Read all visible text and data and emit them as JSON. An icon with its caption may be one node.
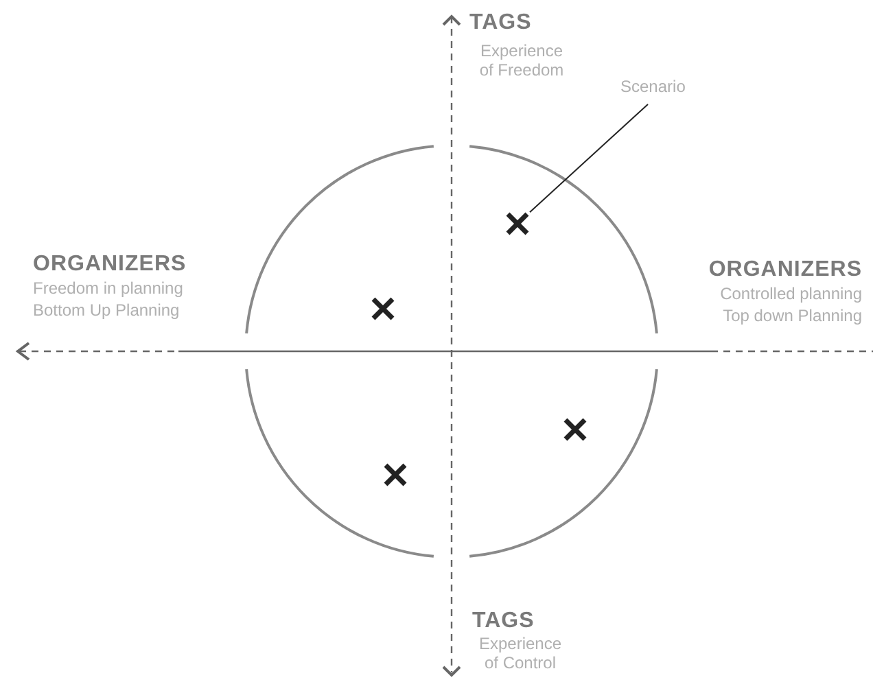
{
  "diagram": {
    "nodes": [
      {
        "text": [
          "Scenario"
        ]
      },
      {
        "text": [],
        "shape": "cross"
      },
      {
        "text": [],
        "shape": "cross"
      },
      {
        "text": [],
        "shape": "cross"
      },
      {
        "text": [],
        "shape": "cross"
      }
    ],
    "edges": [
      {
        "from": 0,
        "to": 1,
        "arrow": "none"
      }
    ],
    "labels": [
      "TAGS",
      "Experience of Freedom",
      "ORGANIZERS",
      "Freedom in planning",
      "Bottom Up Planning",
      "ORGANIZERS",
      "Controlled planning",
      "Top down Planning",
      "TAGS",
      "Experience of Control"
    ]
  }
}
